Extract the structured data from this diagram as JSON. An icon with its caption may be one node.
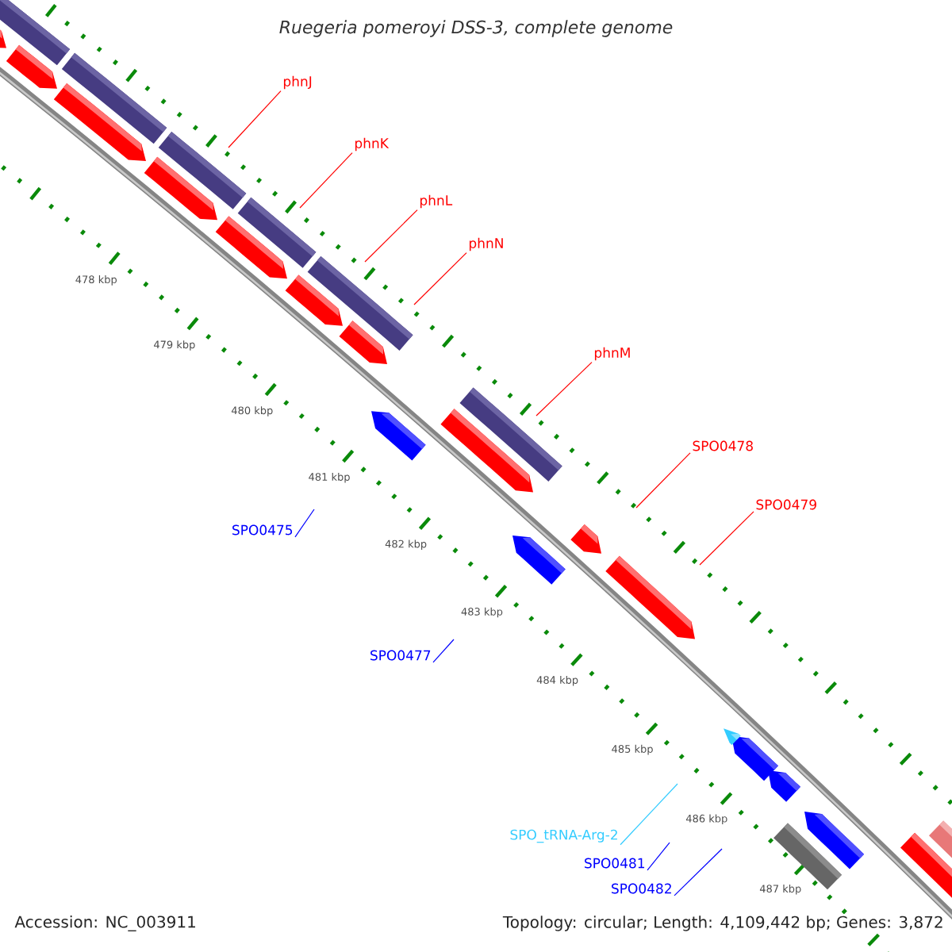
{
  "diagram": {
    "title": "Ruegeria pomeroyi DSS-3, complete genome",
    "nodes": [
      {
        "text": [
          "phnJ"
        ]
      },
      {
        "text": [
          "phnK"
        ]
      },
      {
        "text": [
          "phnL"
        ]
      },
      {
        "text": [
          "phnN"
        ]
      },
      {
        "text": [
          "phnM"
        ]
      },
      {
        "text": [
          "SPO0478"
        ]
      },
      {
        "text": [
          "SPO0479"
        ]
      },
      {
        "text": [
          "SPO0475"
        ]
      },
      {
        "text": [
          "SPO0477"
        ]
      },
      {
        "text": [
          "SPO_tRNA-Arg-2"
        ]
      },
      {
        "text": [
          "SPO0481"
        ]
      },
      {
        "text": [
          "SPO0482"
        ]
      }
    ],
    "edges": [
      {
        "from": 0,
        "to": null,
        "arrow": "none"
      },
      {
        "from": 1,
        "to": null,
        "arrow": "none"
      },
      {
        "from": 2,
        "to": null,
        "arrow": "none"
      },
      {
        "from": 3,
        "to": null,
        "arrow": "none"
      },
      {
        "from": 4,
        "to": null,
        "arrow": "none"
      },
      {
        "from": 5,
        "to": null,
        "arrow": "none"
      },
      {
        "from": 6,
        "to": null,
        "arrow": "none"
      },
      {
        "from": 7,
        "to": null,
        "arrow": "none",
        "color": "#0000ff"
      },
      {
        "from": 8,
        "to": null,
        "arrow": "none",
        "color": "#0000ff"
      },
      {
        "from": 9,
        "to": null,
        "arrow": "none",
        "color": "#33ccff"
      },
      {
        "from": 10,
        "to": null,
        "arrow": "none",
        "color": "#0000ff"
      },
      {
        "from": 11,
        "to": null,
        "arrow": "none",
        "color": "#0000ff"
      }
    ],
    "labels": [
      "478 kbp",
      "479 kbp",
      "480 kbp",
      "481 kbp",
      "482 kbp",
      "483 kbp",
      "484 kbp",
      "485 kbp",
      "486 kbp",
      "487 kbp",
      "Accession: NC_003911",
      "Topology: circular; Length: 4,109,442 bp; Genes: 3,872"
    ]
  }
}
